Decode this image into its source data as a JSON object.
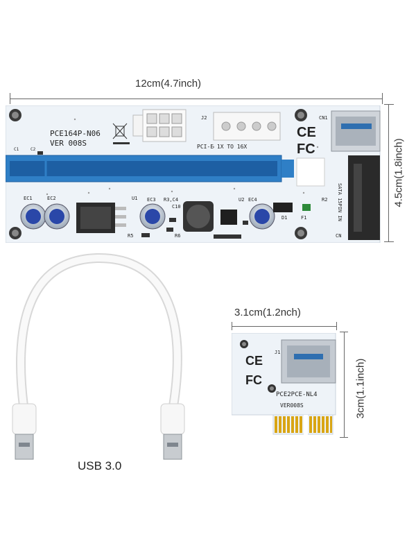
{
  "dimensions": {
    "main_width_cm": "12cm",
    "main_width_in": "(4.7inch)",
    "main_height": "4.5cm(1.8inch)",
    "small_width_cm": "3.1cm",
    "small_width_in": "(1.2nch)",
    "small_height": "3cm(1.1inch)"
  },
  "main_board": {
    "model": "PCE164P-N06",
    "version": "VER 008S",
    "power_label": "PCI-E 1X TO 16X",
    "sata_label": "SATA 15PIN IN",
    "ce_mark": "CE",
    "fc_mark": "FC",
    "components": {
      "ec1": "EC1",
      "ec2": "EC2",
      "u1": "U1",
      "ec3": "EC3",
      "r3c4": "R3,C4",
      "c10": "C10",
      "u2": "U2",
      "ec4": "EC4",
      "d1": "D1",
      "f1": "F1",
      "r2": "R2",
      "r5": "R5",
      "r6": "R6",
      "j2": "J2",
      "cn1": "CN1",
      "cn": "CN",
      "c1": "C1",
      "c2": "C2"
    }
  },
  "small_board": {
    "model": "PCE2PCE-NL4",
    "version": "VER008S",
    "ce_mark": "CE",
    "fc_mark": "FC",
    "j1": "J1"
  },
  "cable": {
    "label": "USB 3.0"
  },
  "colors": {
    "pcb": "#eef3f8",
    "slot_blue": "#2f7fc6",
    "gold": "#d9a514",
    "cable": "#f7f7f7"
  }
}
